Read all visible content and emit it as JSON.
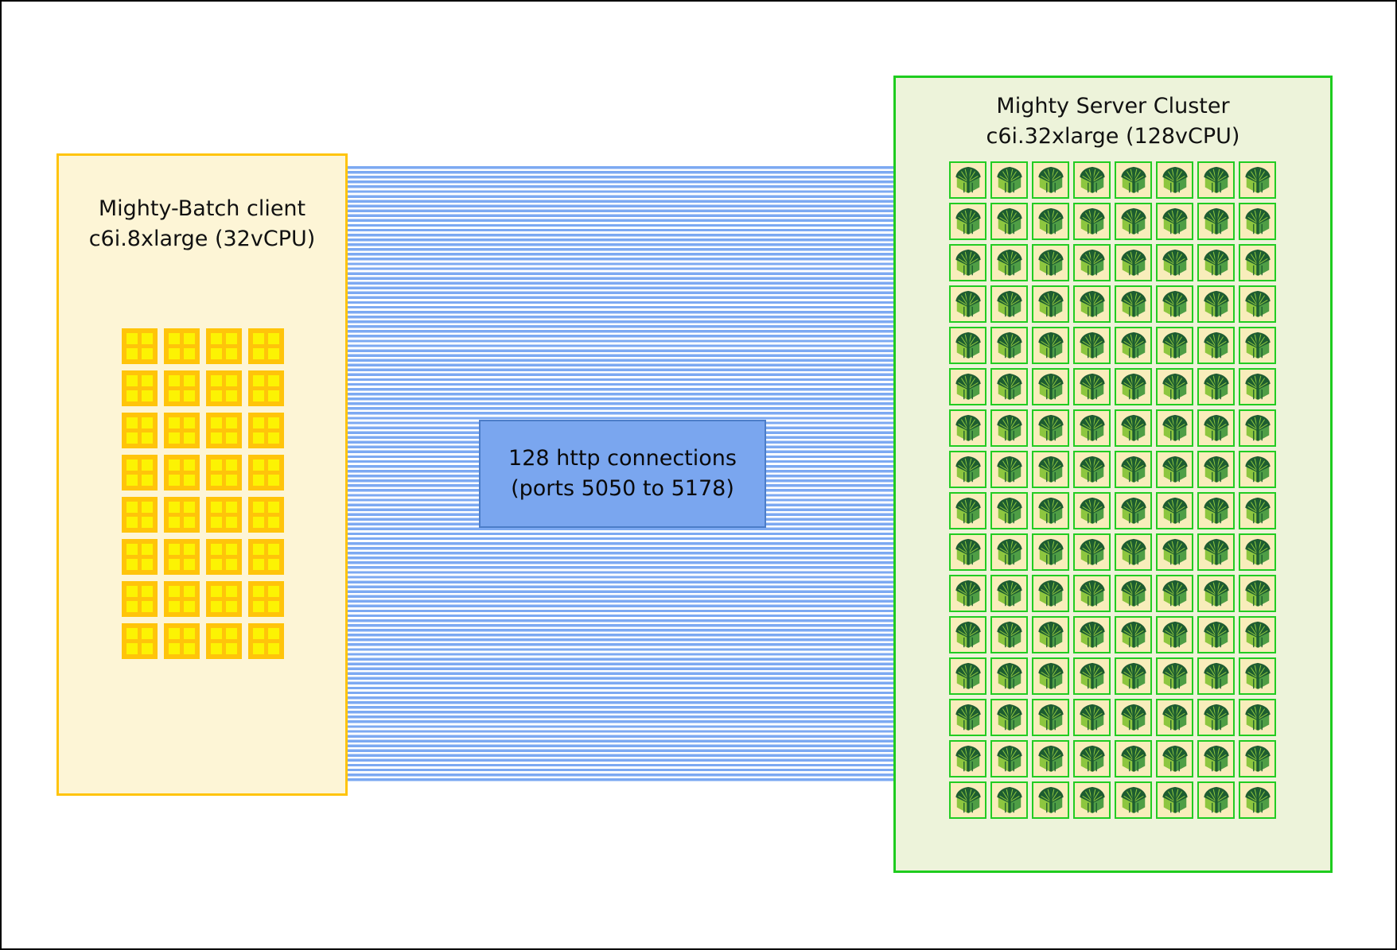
{
  "diagram": {
    "client_box": {
      "title_line1": "Mighty-Batch client",
      "title_line2": "c6i.8xlarge (32vCPU)",
      "instance_type": "c6i.8xlarge",
      "vcpu_count": 32,
      "grid": {
        "columns": 4,
        "rows": 8
      },
      "colors": {
        "background": "#fdf5d6",
        "border": "#ffc40a",
        "icon_outer": "#ffc40a",
        "icon_inner": "#fcf303"
      }
    },
    "connections": {
      "label_line1": "128 http connections",
      "label_line2": "(ports 5050 to 5178)",
      "count": 128,
      "port_start": 5050,
      "port_end": 5178,
      "colors": {
        "stripe": "#7ca9f2",
        "gap": "#ffffff",
        "label_fill": "#7aa6ef",
        "label_border": "#4c7dc8"
      }
    },
    "server_box": {
      "title_line1": "Mighty Server Cluster",
      "title_line2": "c6i.32xlarge (128vCPU)",
      "instance_type": "c6i.32xlarge",
      "vcpu_count": 128,
      "server_count": 128,
      "grid": {
        "columns": 8,
        "rows": 16
      },
      "colors": {
        "background": "#edf3da",
        "border": "#1ecc1e",
        "icon_background": "#f8edbb",
        "icon_border": "#22cc22",
        "tree_dark": "#1d5c30",
        "tree_mid": "#4f9e45",
        "tree_light": "#8dc63f"
      }
    }
  }
}
